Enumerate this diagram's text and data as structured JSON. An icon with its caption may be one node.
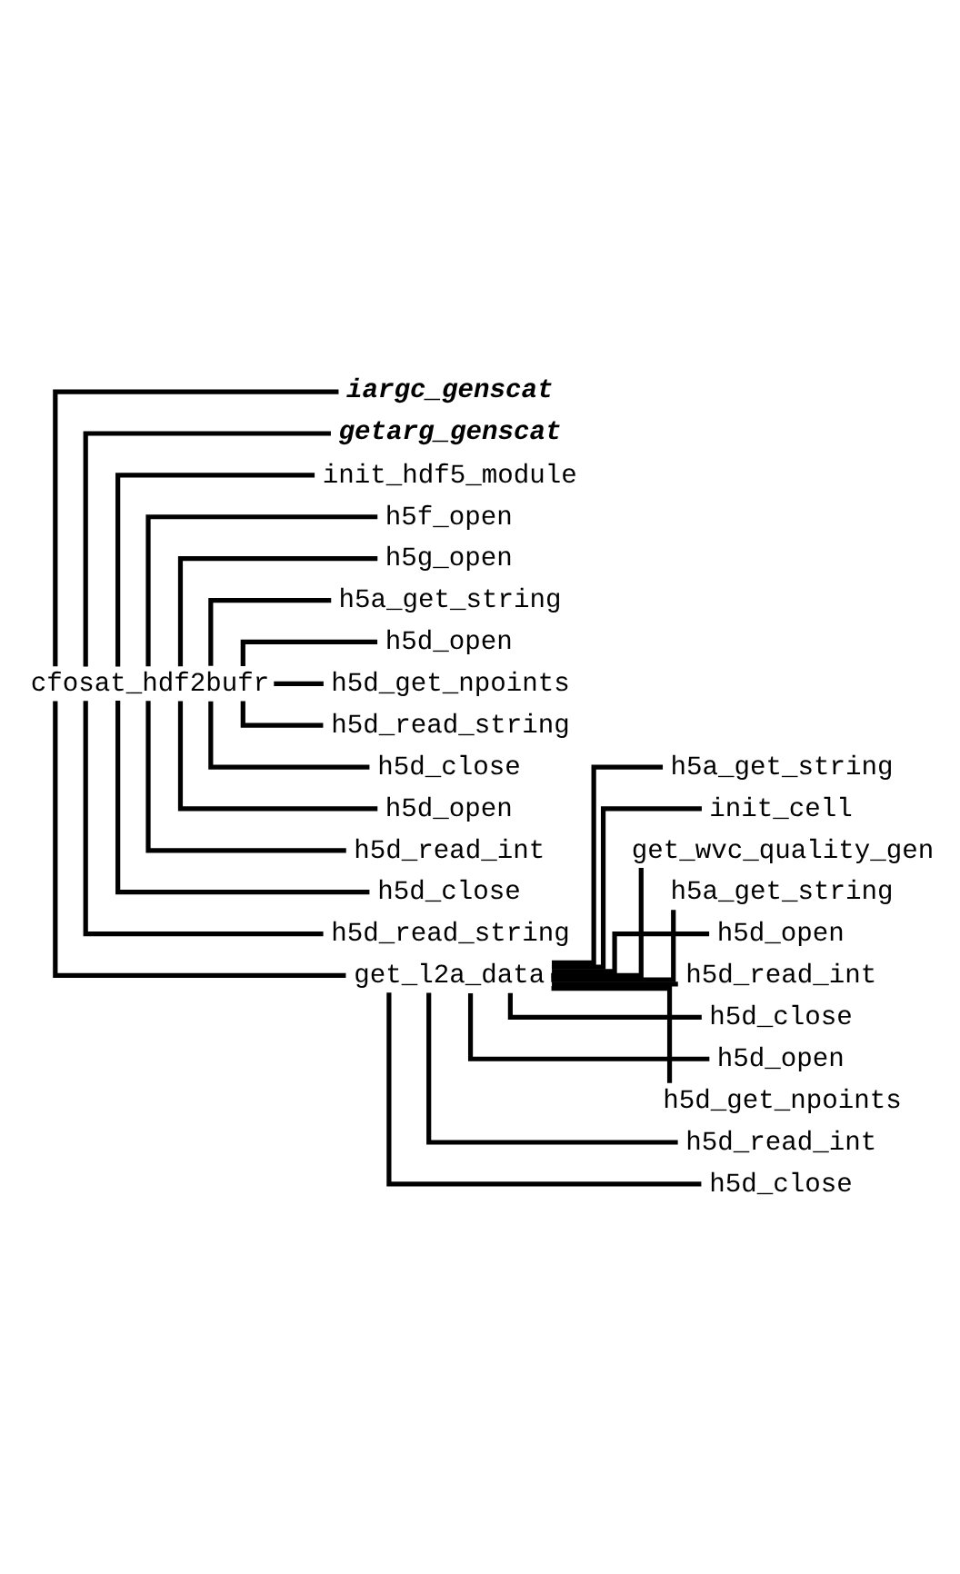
{
  "diagram": {
    "nodes": [
      {
        "text": [
          "cfosat_hdf2bufr"
        ]
      },
      {
        "text": [
          "iargc_genscat"
        ]
      },
      {
        "text": [
          "getarg_genscat"
        ]
      },
      {
        "text": [
          "init_hdf5_module"
        ]
      },
      {
        "text": [
          "h5f_open"
        ]
      },
      {
        "text": [
          "h5g_open"
        ]
      },
      {
        "text": [
          "h5a_get_string"
        ]
      },
      {
        "text": [
          "h5d_open"
        ]
      },
      {
        "text": [
          "h5d_get_npoints"
        ]
      },
      {
        "text": [
          "h5d_read_string"
        ]
      },
      {
        "text": [
          "h5d_close"
        ]
      },
      {
        "text": [
          "h5d_open"
        ]
      },
      {
        "text": [
          "h5d_read_int"
        ]
      },
      {
        "text": [
          "h5d_close"
        ]
      },
      {
        "text": [
          "h5d_read_string"
        ]
      },
      {
        "text": [
          "get_l2a_data"
        ]
      },
      {
        "text": [
          "h5a_get_string"
        ]
      },
      {
        "text": [
          "init_cell"
        ]
      },
      {
        "text": [
          "get_wvc_quality_gen"
        ]
      },
      {
        "text": [
          "h5a_get_string"
        ]
      },
      {
        "text": [
          "h5d_open"
        ]
      },
      {
        "text": [
          "h5d_read_int"
        ]
      },
      {
        "text": [
          "h5d_close"
        ]
      },
      {
        "text": [
          "h5d_open"
        ]
      },
      {
        "text": [
          "h5d_get_npoints"
        ]
      },
      {
        "text": [
          "h5d_read_int"
        ]
      },
      {
        "text": [
          "h5d_close"
        ]
      }
    ],
    "edges": [
      {
        "from": 0,
        "to": 1,
        "arrow": "none"
      },
      {
        "from": 0,
        "to": 2,
        "arrow": "none"
      },
      {
        "from": 0,
        "to": 3,
        "arrow": "none"
      },
      {
        "from": 0,
        "to": 4,
        "arrow": "none"
      },
      {
        "from": 0,
        "to": 5,
        "arrow": "none"
      },
      {
        "from": 0,
        "to": 6,
        "arrow": "none"
      },
      {
        "from": 0,
        "to": 7,
        "arrow": "none"
      },
      {
        "from": 0,
        "to": 8,
        "arrow": "none"
      },
      {
        "from": 0,
        "to": 9,
        "arrow": "none"
      },
      {
        "from": 0,
        "to": 10,
        "arrow": "none"
      },
      {
        "from": 0,
        "to": 11,
        "arrow": "none"
      },
      {
        "from": 0,
        "to": 12,
        "arrow": "none"
      },
      {
        "from": 0,
        "to": 13,
        "arrow": "none"
      },
      {
        "from": 0,
        "to": 14,
        "arrow": "none"
      },
      {
        "from": 0,
        "to": 15,
        "arrow": "none"
      },
      {
        "from": 15,
        "to": 16,
        "arrow": "none"
      },
      {
        "from": 15,
        "to": 17,
        "arrow": "none"
      },
      {
        "from": 15,
        "to": 18,
        "arrow": "none"
      },
      {
        "from": 15,
        "to": 19,
        "arrow": "none"
      },
      {
        "from": 15,
        "to": 20,
        "arrow": "none"
      },
      {
        "from": 15,
        "to": 21,
        "arrow": "none"
      },
      {
        "from": 15,
        "to": 22,
        "arrow": "none"
      },
      {
        "from": 15,
        "to": 23,
        "arrow": "none"
      },
      {
        "from": 15,
        "to": 24,
        "arrow": "none"
      },
      {
        "from": 15,
        "to": 25,
        "arrow": "none"
      },
      {
        "from": 15,
        "to": 26,
        "arrow": "none"
      }
    ]
  }
}
